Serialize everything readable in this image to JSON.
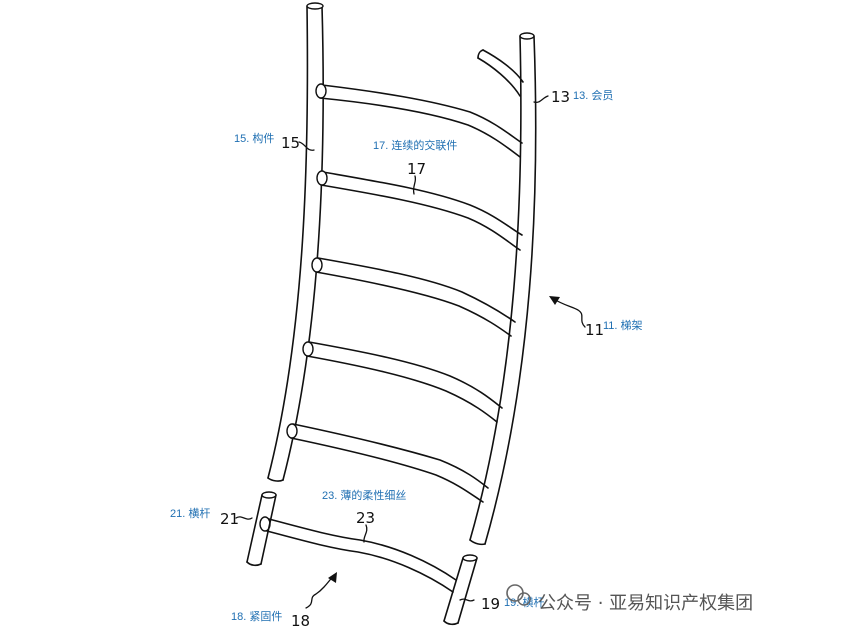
{
  "refs": {
    "r15": "15",
    "r13": "13",
    "r17": "17",
    "r11": "11",
    "r21": "21",
    "r23": "23",
    "r18": "18",
    "r19": "19"
  },
  "labels": {
    "l13": "13. 会员",
    "l15": "15. 构件",
    "l17": "17. 连续的交联件",
    "l11": "11. 梯架",
    "l23": "23. 薄的柔性细丝",
    "l21": "21. 横杆",
    "l18": "18. 紧固件",
    "l19": "19. 横杆"
  },
  "watermark": {
    "text": "公众号 · 亚易知识产权集团"
  }
}
